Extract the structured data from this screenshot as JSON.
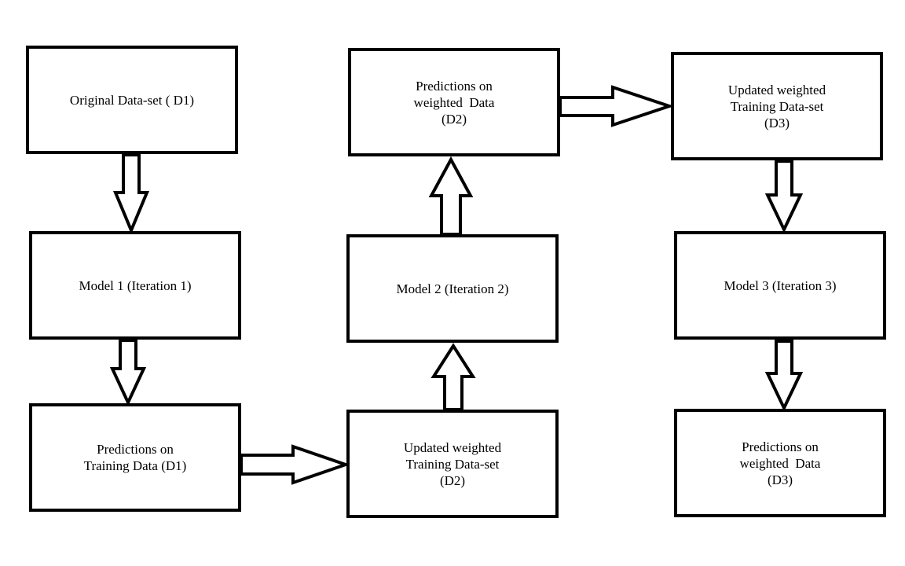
{
  "boxes": {
    "original_dataset": {
      "lines": [
        "Original Data-set ( D1)"
      ]
    },
    "model_1": {
      "lines": [
        "Model 1 (Iteration 1)"
      ]
    },
    "predictions_training_d1": {
      "lines": [
        "Predictions on",
        "Training Data (D1)"
      ]
    },
    "updated_training_d2": {
      "lines": [
        "Updated weighted",
        "Training Data-set",
        "(D2)"
      ]
    },
    "model_2": {
      "lines": [
        "Model 2 (Iteration 2)"
      ]
    },
    "predictions_weighted_d2": {
      "lines": [
        "Predictions on",
        "weighted  Data",
        "(D2)"
      ]
    },
    "updated_training_d3": {
      "lines": [
        "Updated weighted",
        "Training Data-set",
        "(D3)"
      ]
    },
    "model_3": {
      "lines": [
        "Model 3 (Iteration 3)"
      ]
    },
    "predictions_weighted_d3": {
      "lines": [
        "Predictions on",
        "weighted  Data",
        "(D3)"
      ]
    }
  }
}
